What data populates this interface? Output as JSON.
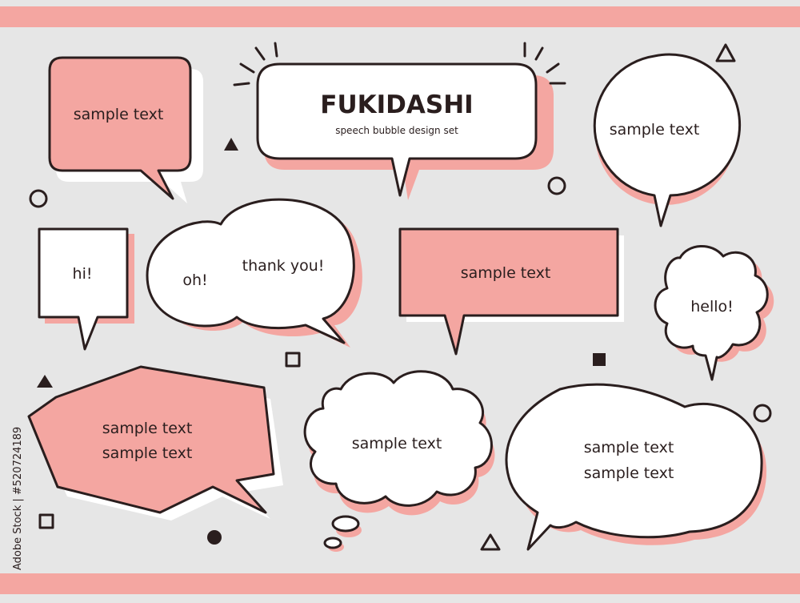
{
  "title": "FUKIDASHI",
  "subtitle": "speech bubble design set",
  "labels": {
    "b1": "sample text",
    "b3": "sample text",
    "b4": "hi!",
    "b5a": "oh!",
    "b5b": "thank you!",
    "b6": "sample text",
    "b7": "hello!",
    "b8a": "sample text",
    "b8b": "sample text",
    "b9": "sample text",
    "b10a": "sample text",
    "b10b": "sample text"
  },
  "credit": "Adobe Stock | #520724189",
  "colors": {
    "background": "#e6e6e6",
    "accent_pink": "#f4a6a1",
    "ink": "#2a1e1e",
    "bubble_white": "#ffffff"
  }
}
